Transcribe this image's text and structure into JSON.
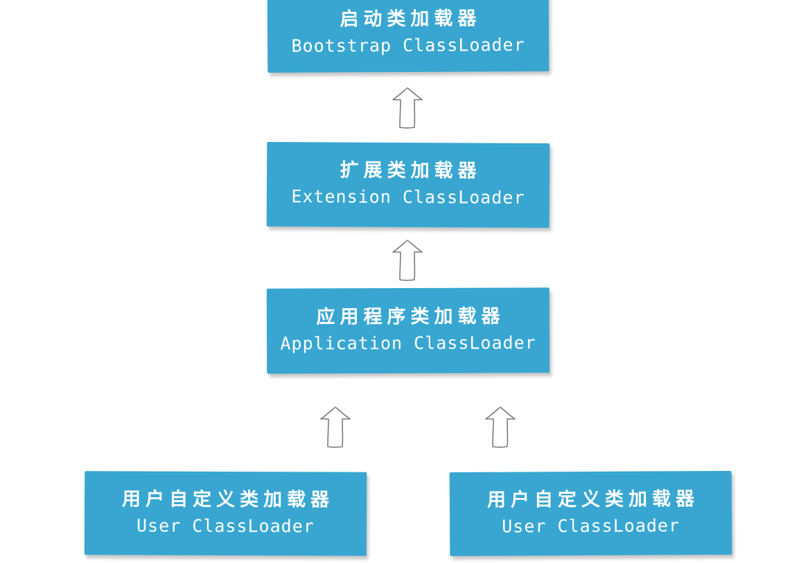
{
  "diagram": {
    "nodes": [
      {
        "id": "bootstrap",
        "zh": "启动类加载器",
        "en": "Bootstrap ClassLoader"
      },
      {
        "id": "extension",
        "zh": "扩展类加载器",
        "en": "Extension ClassLoader"
      },
      {
        "id": "application",
        "zh": "应用程序类加载器",
        "en": "Application ClassLoader"
      },
      {
        "id": "user1",
        "zh": "用户自定义类加载器",
        "en": "User ClassLoader"
      },
      {
        "id": "user2",
        "zh": "用户自定义类加载器",
        "en": "User ClassLoader"
      }
    ],
    "edges": [
      {
        "from": "extension",
        "to": "bootstrap"
      },
      {
        "from": "application",
        "to": "extension"
      },
      {
        "from": "user1",
        "to": "application"
      },
      {
        "from": "user2",
        "to": "application"
      }
    ],
    "colors": {
      "box_fill": "#38a6d1",
      "text": "#ffffff",
      "arrow_stroke": "#7a7a7a"
    }
  }
}
